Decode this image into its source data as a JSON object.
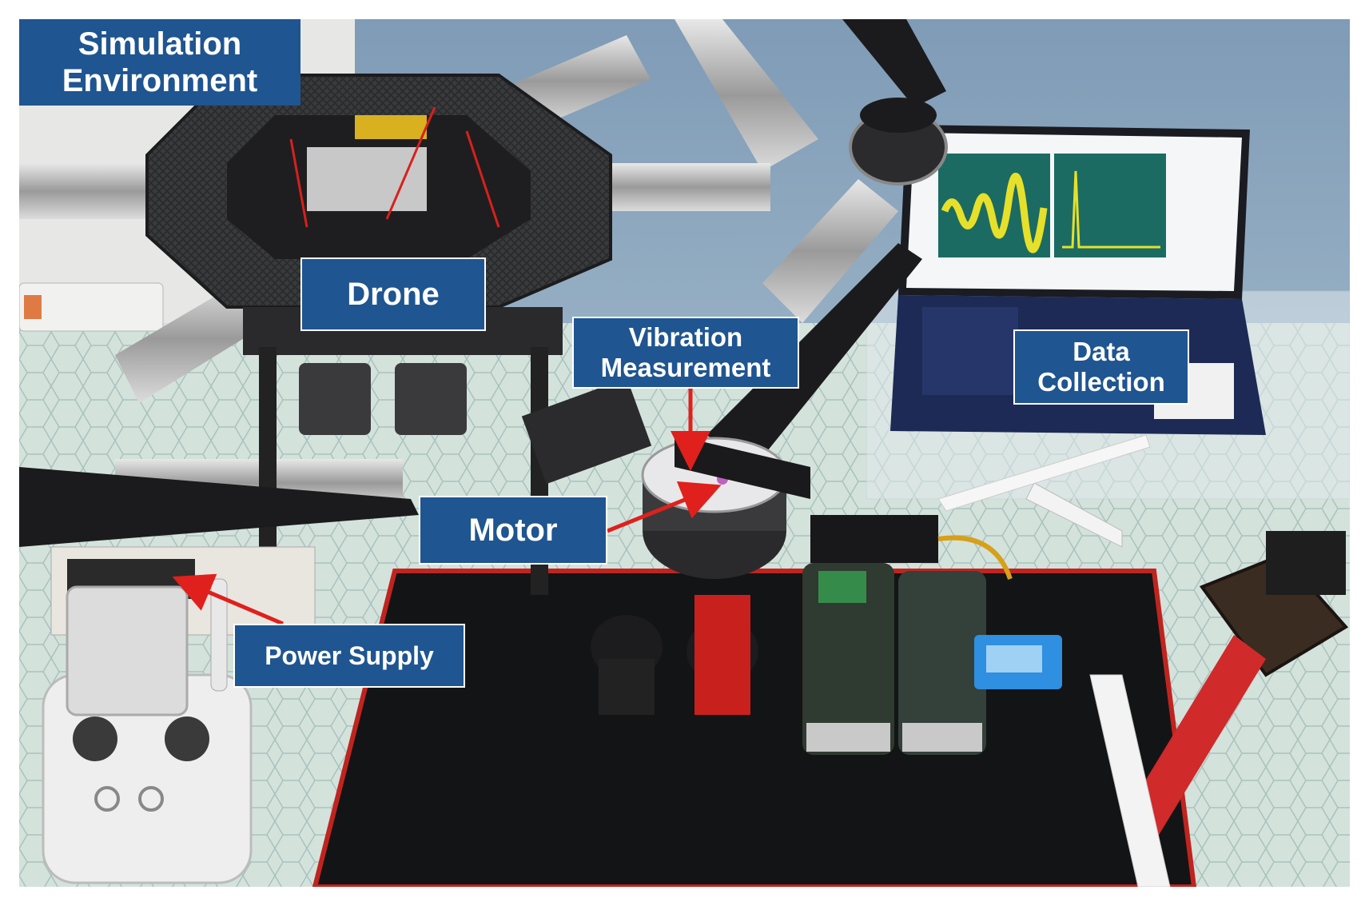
{
  "labels": {
    "simulation_environment": "Simulation\nEnvironment",
    "drone": "Drone",
    "vibration_measurement": "Vibration\nMeasurement",
    "data_collection": "Data\nCollection",
    "motor": "Motor",
    "power_supply": "Power Supply"
  },
  "colors": {
    "label_fill": "#1f5590",
    "label_text": "#ffffff",
    "pointer_arrow": "#e0201c"
  }
}
